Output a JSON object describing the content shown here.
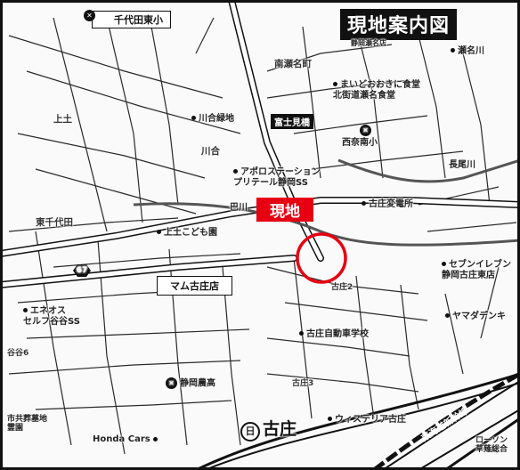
{
  "title": "現地案内図",
  "site_label": "現地",
  "colors": {
    "site_red": "#e60012",
    "road": "#ffffff",
    "rail": "#111111"
  },
  "schools": {
    "chiyoda_higashi": "千代田東小",
    "seinan_minami": "西奈南小",
    "shizuoka_nouko": "静岡農高"
  },
  "shop": "マム古庄店",
  "stations": {
    "kosho": "古庄"
  },
  "areas": {
    "minami_semina": "南瀬名町",
    "kamitsuchi": "上土",
    "kawai": "川合",
    "higashi_chiyoda": "東千代田",
    "kosho2": "古庄2",
    "kosho3": "古庄3",
    "oyaya6": "谷谷6"
  },
  "rivers": {
    "tomoe": "巴川",
    "nagao": "長尾川"
  },
  "bridges": {
    "fujimi": "富士見橋"
  },
  "routes": {
    "r67": "67"
  },
  "rail": {
    "tokaido": "東海道新幹線"
  },
  "pois": {
    "semina_river": "瀬名川",
    "maidookini": "まいどおおきに食堂\n北街道瀬名食堂",
    "kawai_green": "川合緑地",
    "apollo": "アポロステーション\nプリテール静岡SS",
    "kosho_substation": "古庄変電所",
    "kamitsuchi_kodomo": "上土こども園",
    "seven": "セブンイレブン\n静岡古庄東店",
    "eneos": "エネオス\nセルフ谷谷SS",
    "yamada": "ヤマダデンキ",
    "kosho_driving": "古庄自動車学校",
    "cemetery": "市共葬墓地\n霊園",
    "wistiria": "ウィステリア古庄",
    "honda": "Honda Cars",
    "lawson": "ローソン\n草薙総合",
    "partial_top": "静岡瀬名店"
  }
}
